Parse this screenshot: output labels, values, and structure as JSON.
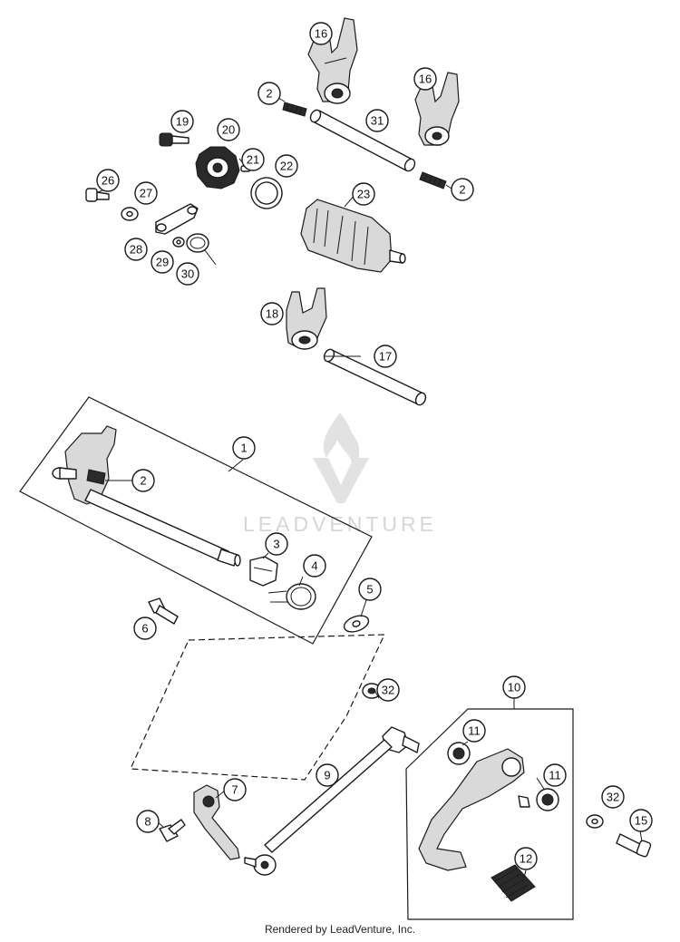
{
  "watermark": {
    "brand": "LEADVENTURE"
  },
  "footer": {
    "text": "Rendered by LeadVenture, Inc."
  },
  "callouts": [
    {
      "id": "16a",
      "number": "16"
    },
    {
      "id": "16b",
      "number": "16"
    },
    {
      "id": "2a",
      "number": "2"
    },
    {
      "id": "31",
      "number": "31"
    },
    {
      "id": "2b",
      "number": "2"
    },
    {
      "id": "19",
      "number": "19"
    },
    {
      "id": "20",
      "number": "20"
    },
    {
      "id": "21",
      "number": "21"
    },
    {
      "id": "22",
      "number": "22"
    },
    {
      "id": "26",
      "number": "26"
    },
    {
      "id": "27",
      "number": "27"
    },
    {
      "id": "23",
      "number": "23"
    },
    {
      "id": "28",
      "number": "28"
    },
    {
      "id": "29",
      "number": "29"
    },
    {
      "id": "30",
      "number": "30"
    },
    {
      "id": "18",
      "number": "18"
    },
    {
      "id": "17",
      "number": "17"
    },
    {
      "id": "1",
      "number": "1"
    },
    {
      "id": "2c",
      "number": "2"
    },
    {
      "id": "3",
      "number": "3"
    },
    {
      "id": "4",
      "number": "4"
    },
    {
      "id": "5",
      "number": "5"
    },
    {
      "id": "6",
      "number": "6"
    },
    {
      "id": "10",
      "number": "10"
    },
    {
      "id": "32a",
      "number": "32"
    },
    {
      "id": "11a",
      "number": "11"
    },
    {
      "id": "9",
      "number": "9"
    },
    {
      "id": "11b",
      "number": "11"
    },
    {
      "id": "7",
      "number": "7"
    },
    {
      "id": "32b",
      "number": "32"
    },
    {
      "id": "8",
      "number": "8"
    },
    {
      "id": "15",
      "number": "15"
    },
    {
      "id": "12",
      "number": "12"
    }
  ]
}
